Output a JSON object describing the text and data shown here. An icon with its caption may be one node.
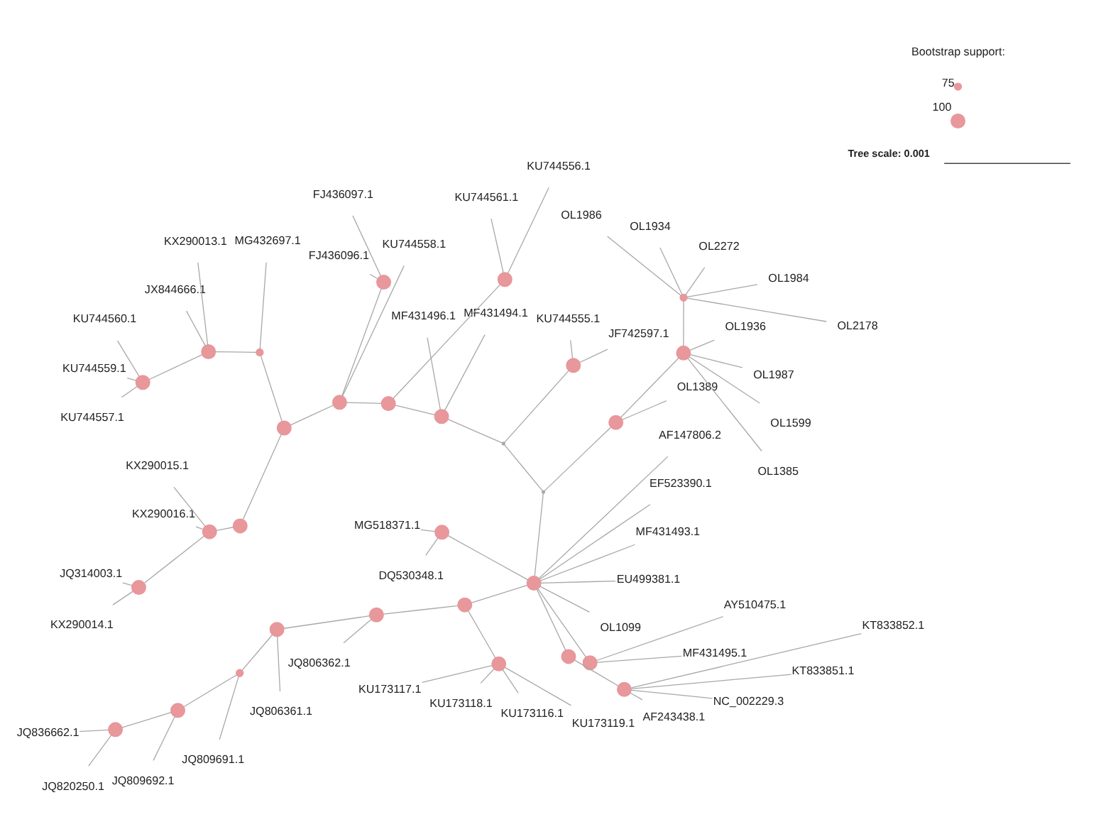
{
  "diagram": {
    "nodes": [
      {
        "text": [
          "OL2178"
        ]
      },
      {
        "text": [
          "OL1984"
        ]
      },
      {
        "text": [
          "OL2272"
        ]
      },
      {
        "text": [
          "OL1934"
        ]
      },
      {
        "text": [
          "OL1986"
        ]
      },
      {
        "text": [
          "OL1385"
        ]
      },
      {
        "text": [
          "OL1599"
        ]
      },
      {
        "text": [
          "OL1987"
        ]
      },
      {
        "text": [
          "OL1936"
        ]
      },
      {
        "text": [
          "OL1389"
        ]
      },
      {
        "text": [
          "JF742597.1"
        ]
      },
      {
        "text": [
          "KU744555.1"
        ]
      },
      {
        "text": [
          "MF431494.1"
        ]
      },
      {
        "text": [
          "MF431496.1"
        ]
      },
      {
        "text": [
          "KU744556.1"
        ]
      },
      {
        "text": [
          "KU744561.1"
        ]
      },
      {
        "text": [
          "FJ436097.1"
        ]
      },
      {
        "text": [
          "FJ436096.1"
        ]
      },
      {
        "text": [
          "KU744558.1"
        ]
      },
      {
        "text": [
          "MG432697.1"
        ]
      },
      {
        "text": [
          "KU744560.1"
        ]
      },
      {
        "text": [
          "KU744559.1"
        ]
      },
      {
        "text": [
          "KU744557.1"
        ]
      },
      {
        "text": [
          "KX290013.1"
        ]
      },
      {
        "text": [
          "JX844666.1"
        ]
      },
      {
        "text": [
          "JQ314003.1"
        ]
      },
      {
        "text": [
          "KX290014.1"
        ]
      },
      {
        "text": [
          "KX290015.1"
        ]
      },
      {
        "text": [
          "KX290016.1"
        ]
      },
      {
        "text": [],
        "shape": "circle"
      },
      {
        "text": [],
        "shape": "circle"
      },
      {
        "text": [],
        "shape": "circle"
      },
      {
        "text": [],
        "shape": "circle"
      },
      {
        "text": [],
        "shape": "circle"
      },
      {
        "text": [],
        "shape": "circle"
      },
      {
        "text": [],
        "shape": "circle"
      },
      {
        "text": [],
        "shape": "circle"
      },
      {
        "text": [],
        "shape": "circle"
      },
      {
        "text": [],
        "shape": "circle"
      },
      {
        "text": [],
        "shape": "circle"
      },
      {
        "text": [],
        "shape": "circle"
      },
      {
        "text": [],
        "shape": "circle"
      },
      {
        "text": [],
        "shape": "circle"
      },
      {
        "text": [],
        "shape": "circle"
      },
      {
        "text": [],
        "shape": "circle"
      },
      {
        "text": [],
        "shape": "point"
      },
      {
        "text": [],
        "shape": "point"
      },
      {
        "text": [],
        "shape": "circle"
      },
      {
        "text": [],
        "shape": "circle"
      },
      {
        "text": [],
        "shape": "circle"
      },
      {
        "text": [],
        "shape": "circle"
      },
      {
        "text": [],
        "shape": "circle"
      },
      {
        "text": [],
        "shape": "circle"
      },
      {
        "text": [],
        "shape": "circle"
      },
      {
        "text": [],
        "shape": "circle"
      },
      {
        "text": [],
        "shape": "circle"
      },
      {
        "text": [],
        "shape": "circle"
      },
      {
        "text": [],
        "shape": "circle"
      },
      {
        "text": [],
        "shape": "circle"
      },
      {
        "text": [
          "MG518371.1"
        ]
      },
      {
        "text": [
          "DQ530348.1"
        ]
      },
      {
        "text": [
          "OL1099"
        ]
      },
      {
        "text": [
          "EU499381.1"
        ]
      },
      {
        "text": [
          "MF431493.1"
        ]
      },
      {
        "text": [
          "EF523390.1"
        ]
      },
      {
        "text": [
          "MF431495.1"
        ]
      },
      {
        "text": [
          "AY510475.1"
        ]
      },
      {
        "text": [
          "AF243438.1"
        ]
      },
      {
        "text": [
          "NC_002229.3"
        ]
      },
      {
        "text": [
          "KT833851.1"
        ]
      },
      {
        "text": [
          "KT833852.1"
        ]
      },
      {
        "text": [
          "AF147806.2"
        ]
      },
      {
        "text": [
          "JQ836662.1"
        ]
      },
      {
        "text": [
          "JQ820250.1"
        ]
      },
      {
        "text": [
          "JQ809692.1"
        ]
      },
      {
        "text": [
          "JQ809691.1"
        ]
      },
      {
        "text": [
          "JQ806361.1"
        ]
      },
      {
        "text": [
          "JQ806362.1"
        ]
      },
      {
        "text": [
          "KU173117.1"
        ]
      },
      {
        "text": [
          "KU173118.1"
        ]
      },
      {
        "text": [
          "KU173116.1"
        ]
      },
      {
        "text": [
          "KU173119.1"
        ]
      }
    ],
    "edges": [
      {
        "from": 45,
        "to": 31,
        "arrow": "none"
      },
      {
        "from": 31,
        "to": 9,
        "arrow": "none"
      },
      {
        "from": 31,
        "to": 30,
        "arrow": "none"
      },
      {
        "from": 30,
        "to": 7,
        "arrow": "none"
      },
      {
        "from": 30,
        "to": 8,
        "arrow": "none"
      },
      {
        "from": 30,
        "to": 5,
        "arrow": "none"
      },
      {
        "from": 30,
        "to": 6,
        "arrow": "none"
      },
      {
        "from": 30,
        "to": 29,
        "arrow": "none"
      },
      {
        "from": 29,
        "to": 3,
        "arrow": "none"
      },
      {
        "from": 29,
        "to": 4,
        "arrow": "none"
      },
      {
        "from": 29,
        "to": 0,
        "arrow": "none"
      },
      {
        "from": 29,
        "to": 1,
        "arrow": "none"
      },
      {
        "from": 29,
        "to": 2,
        "arrow": "none"
      },
      {
        "from": 45,
        "to": 46,
        "arrow": "none"
      },
      {
        "from": 46,
        "to": 32,
        "arrow": "none"
      },
      {
        "from": 32,
        "to": 10,
        "arrow": "none"
      },
      {
        "from": 32,
        "to": 11,
        "arrow": "none"
      },
      {
        "from": 46,
        "to": 33,
        "arrow": "none"
      },
      {
        "from": 33,
        "to": 12,
        "arrow": "none"
      },
      {
        "from": 33,
        "to": 13,
        "arrow": "none"
      },
      {
        "from": 33,
        "to": 34,
        "arrow": "none"
      },
      {
        "from": 34,
        "to": 35,
        "arrow": "none"
      },
      {
        "from": 35,
        "to": 14,
        "arrow": "none"
      },
      {
        "from": 35,
        "to": 15,
        "arrow": "none"
      },
      {
        "from": 34,
        "to": 37,
        "arrow": "none"
      },
      {
        "from": 37,
        "to": 36,
        "arrow": "none"
      },
      {
        "from": 36,
        "to": 16,
        "arrow": "none"
      },
      {
        "from": 36,
        "to": 17,
        "arrow": "none"
      },
      {
        "from": 37,
        "to": 18,
        "arrow": "none"
      },
      {
        "from": 37,
        "to": 38,
        "arrow": "none"
      },
      {
        "from": 38,
        "to": 39,
        "arrow": "none"
      },
      {
        "from": 39,
        "to": 19,
        "arrow": "none"
      },
      {
        "from": 39,
        "to": 40,
        "arrow": "none"
      },
      {
        "from": 40,
        "to": 41,
        "arrow": "none"
      },
      {
        "from": 41,
        "to": 20,
        "arrow": "none"
      },
      {
        "from": 41,
        "to": 21,
        "arrow": "none"
      },
      {
        "from": 41,
        "to": 22,
        "arrow": "none"
      },
      {
        "from": 40,
        "to": 23,
        "arrow": "none"
      },
      {
        "from": 40,
        "to": 24,
        "arrow": "none"
      },
      {
        "from": 38,
        "to": 42,
        "arrow": "none"
      },
      {
        "from": 42,
        "to": 43,
        "arrow": "none"
      },
      {
        "from": 43,
        "to": 44,
        "arrow": "none"
      },
      {
        "from": 44,
        "to": 25,
        "arrow": "none"
      },
      {
        "from": 44,
        "to": 26,
        "arrow": "none"
      },
      {
        "from": 43,
        "to": 27,
        "arrow": "none"
      },
      {
        "from": 43,
        "to": 28,
        "arrow": "none"
      },
      {
        "from": 45,
        "to": 47,
        "arrow": "none"
      },
      {
        "from": 47,
        "to": 48,
        "arrow": "none"
      },
      {
        "from": 48,
        "to": 59,
        "arrow": "none"
      },
      {
        "from": 48,
        "to": 60,
        "arrow": "none"
      },
      {
        "from": 47,
        "to": 71,
        "arrow": "none"
      },
      {
        "from": 47,
        "to": 61,
        "arrow": "none"
      },
      {
        "from": 47,
        "to": 62,
        "arrow": "none"
      },
      {
        "from": 47,
        "to": 63,
        "arrow": "none"
      },
      {
        "from": 47,
        "to": 64,
        "arrow": "none"
      },
      {
        "from": 47,
        "to": 51,
        "arrow": "none"
      },
      {
        "from": 51,
        "to": 65,
        "arrow": "none"
      },
      {
        "from": 51,
        "to": 66,
        "arrow": "none"
      },
      {
        "from": 47,
        "to": 50,
        "arrow": "none"
      },
      {
        "from": 50,
        "to": 52,
        "arrow": "none"
      },
      {
        "from": 52,
        "to": 67,
        "arrow": "none"
      },
      {
        "from": 52,
        "to": 68,
        "arrow": "none"
      },
      {
        "from": 52,
        "to": 69,
        "arrow": "none"
      },
      {
        "from": 52,
        "to": 70,
        "arrow": "none"
      },
      {
        "from": 47,
        "to": 49,
        "arrow": "none"
      },
      {
        "from": 49,
        "to": 53,
        "arrow": "none"
      },
      {
        "from": 53,
        "to": 54,
        "arrow": "none"
      },
      {
        "from": 53,
        "to": 77,
        "arrow": "none"
      },
      {
        "from": 54,
        "to": 55,
        "arrow": "none"
      },
      {
        "from": 54,
        "to": 76,
        "arrow": "none"
      },
      {
        "from": 55,
        "to": 56,
        "arrow": "none"
      },
      {
        "from": 55,
        "to": 75,
        "arrow": "none"
      },
      {
        "from": 56,
        "to": 57,
        "arrow": "none"
      },
      {
        "from": 56,
        "to": 74,
        "arrow": "none"
      },
      {
        "from": 57,
        "to": 73,
        "arrow": "none"
      },
      {
        "from": 57,
        "to": 72,
        "arrow": "none"
      },
      {
        "from": 49,
        "to": 58,
        "arrow": "none"
      },
      {
        "from": 58,
        "to": 78,
        "arrow": "none"
      },
      {
        "from": 58,
        "to": 79,
        "arrow": "none"
      },
      {
        "from": 58,
        "to": 80,
        "arrow": "none"
      },
      {
        "from": 58,
        "to": 81,
        "arrow": "none"
      }
    ],
    "labels": [
      "Bootstrap support:",
      "Tree scale: 0.001"
    ],
    "legend": [
      {
        "text": "75"
      },
      {
        "text": "100"
      }
    ]
  }
}
